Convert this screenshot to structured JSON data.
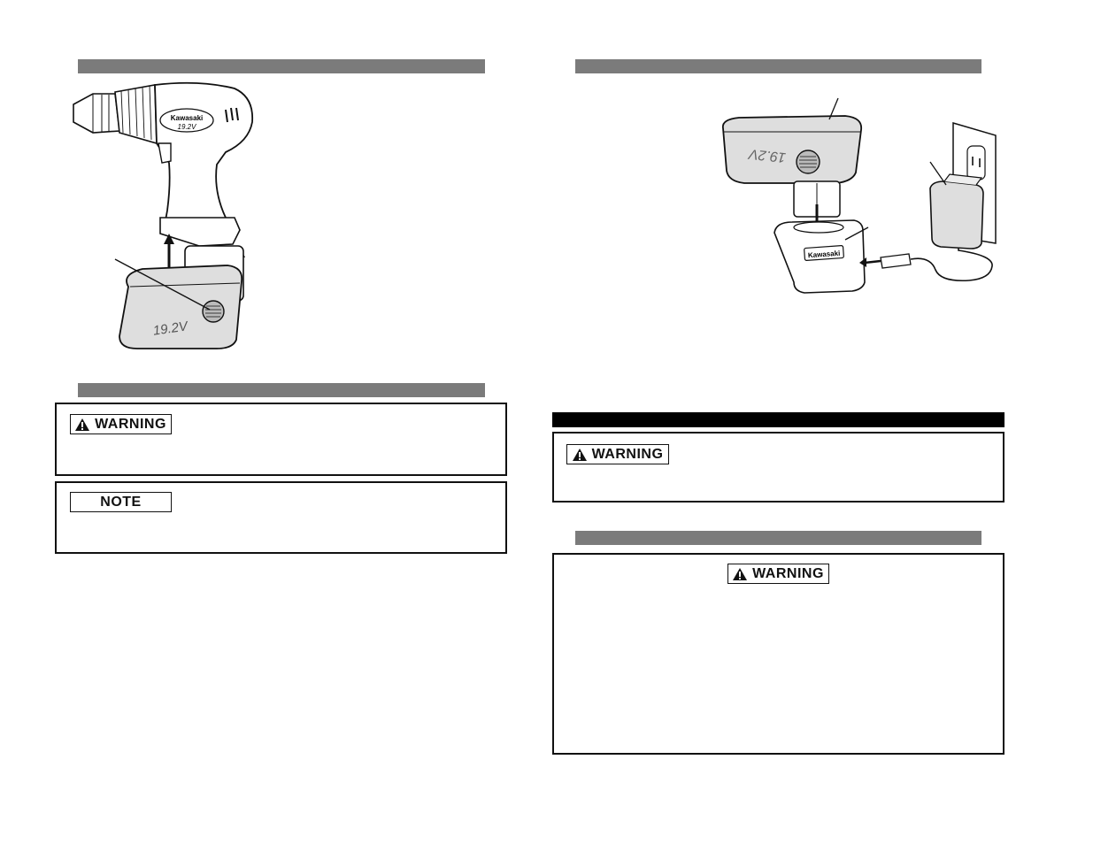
{
  "brand": {
    "logo_text": "Kawasaki",
    "voltage_label": "19.2V"
  },
  "labels": {
    "warning": "WARNING",
    "note": "NOTE"
  }
}
